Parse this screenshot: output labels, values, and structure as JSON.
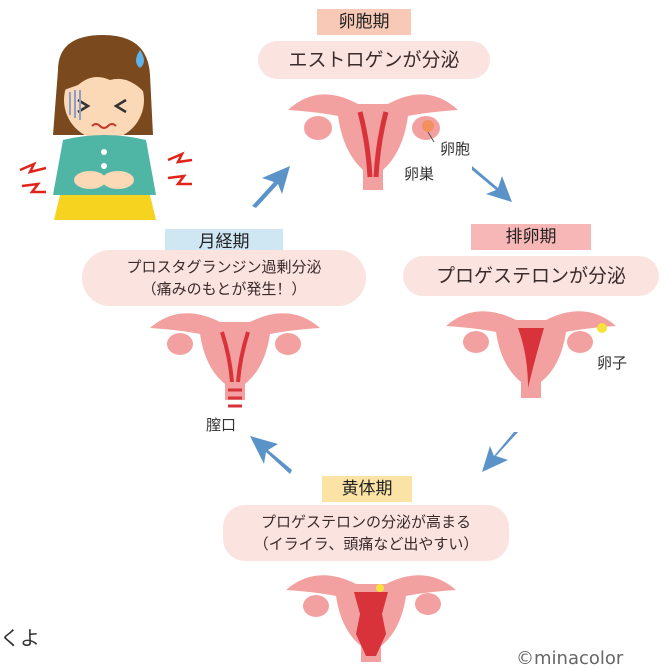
{
  "cycle": {
    "follicular": {
      "phase": "卵胞期",
      "text": "エストロゲンが分泌",
      "color": "#f7c9b6"
    },
    "ovulation": {
      "phase": "排卵期",
      "text": "プロゲステロンが分泌",
      "color": "#f7b7b7"
    },
    "luteal": {
      "phase": "黄体期",
      "line1": "プロゲステロンの分泌が高まる",
      "line2": "（イライラ、頭痛など出やすい）",
      "color": "#fbe3a6"
    },
    "menstrual": {
      "phase": "月経期",
      "line1": "プロスタグランジン過剰分泌",
      "line2": "（痛みのもとが発生！）",
      "color": "#cfe6f3"
    }
  },
  "labels": {
    "follicle": "卵胞",
    "ovary": "卵巣",
    "egg": "卵子",
    "vagina": "膣口"
  },
  "fragment": "くよ",
  "copyright": "©minacolor",
  "colors": {
    "arrow": "#5b93c9",
    "uterus": "#f2a1a0",
    "uterus_inner": "#d8323a",
    "bubble": "#fbe3e0"
  }
}
